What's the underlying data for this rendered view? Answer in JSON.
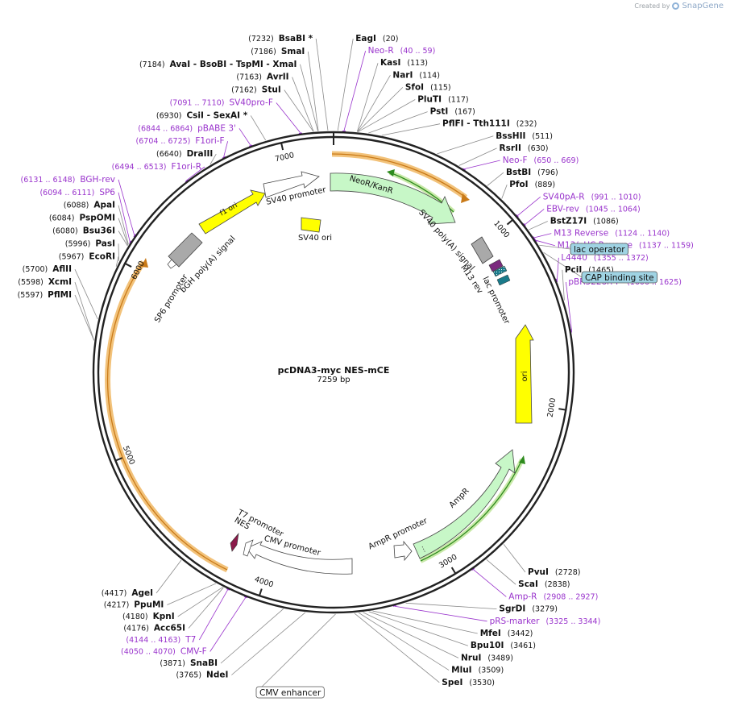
{
  "credit": {
    "prefix": "Created by",
    "brand": "SnapGene"
  },
  "plasmid": {
    "name": "pcDNA3-myc NES-mCE",
    "size_label": "7259 bp",
    "total_bp": 7259
  },
  "ticks": [
    {
      "bp": 1000,
      "label": "1000"
    },
    {
      "bp": 2000,
      "label": "2000"
    },
    {
      "bp": 3000,
      "label": "3000"
    },
    {
      "bp": 4000,
      "label": "4000"
    },
    {
      "bp": 5000,
      "label": "5000"
    },
    {
      "bp": 6000,
      "label": "6000"
    },
    {
      "bp": 7000,
      "label": "7000"
    }
  ],
  "sites_right": [
    {
      "name": "EagI",
      "pos": "(20)",
      "bp": 20,
      "purple": false
    },
    {
      "name": "Neo-R",
      "pos": "(40 .. 59)",
      "bp": 50,
      "purple": true
    },
    {
      "name": "KasI",
      "pos": "(113)",
      "bp": 113,
      "purple": false
    },
    {
      "name": "NarI",
      "pos": "(114)",
      "bp": 114,
      "purple": false
    },
    {
      "name": "SfoI",
      "pos": "(115)",
      "bp": 115,
      "purple": false
    },
    {
      "name": "PluTI",
      "pos": "(117)",
      "bp": 117,
      "purple": false
    },
    {
      "name": "PstI",
      "pos": "(167)",
      "bp": 167,
      "purple": false
    },
    {
      "name": "PflFI - Tth111I",
      "pos": "(232)",
      "bp": 232,
      "purple": false
    },
    {
      "name": "BssHII",
      "pos": "(511)",
      "bp": 511,
      "purple": false
    },
    {
      "name": "RsrII",
      "pos": "(630)",
      "bp": 630,
      "purple": false
    },
    {
      "name": "Neo-F",
      "pos": "(650 .. 669)",
      "bp": 660,
      "purple": true
    },
    {
      "name": "BstBI",
      "pos": "(796)",
      "bp": 796,
      "purple": false
    },
    {
      "name": "PfoI",
      "pos": "(889)",
      "bp": 889,
      "purple": false
    },
    {
      "name": "SV40pA-R",
      "pos": "(991 .. 1010)",
      "bp": 1000,
      "purple": true
    },
    {
      "name": "EBV-rev",
      "pos": "(1045 .. 1064)",
      "bp": 1055,
      "purple": true
    },
    {
      "name": "BstZ17I",
      "pos": "(1086)",
      "bp": 1086,
      "purple": false
    },
    {
      "name": "M13 Reverse",
      "pos": "(1124 .. 1140)",
      "bp": 1132,
      "purple": true
    },
    {
      "name": "M13/pUC Reverse",
      "pos": "(1137 .. 1159)",
      "bp": 1148,
      "purple": true
    },
    {
      "name": "L4440",
      "pos": "(1355 .. 1372)",
      "bp": 1363,
      "purple": true
    },
    {
      "name": "PciI",
      "pos": "(1465)",
      "bp": 1465,
      "purple": false
    },
    {
      "name": "pBR322ori-F",
      "pos": "(1606 .. 1625)",
      "bp": 1615,
      "purple": true
    },
    {
      "name": "PvuI",
      "pos": "(2728)",
      "bp": 2728,
      "purple": false
    },
    {
      "name": "ScaI",
      "pos": "(2838)",
      "bp": 2838,
      "purple": false
    },
    {
      "name": "Amp-R",
      "pos": "(2908 .. 2927)",
      "bp": 2917,
      "purple": true
    },
    {
      "name": "SgrDI",
      "pos": "(3279)",
      "bp": 3279,
      "purple": false
    },
    {
      "name": "pRS-marker",
      "pos": "(3325 .. 3344)",
      "bp": 3334,
      "purple": true
    },
    {
      "name": "MfeI",
      "pos": "(3442)",
      "bp": 3442,
      "purple": false
    },
    {
      "name": "Bpu10I",
      "pos": "(3461)",
      "bp": 3461,
      "purple": false
    },
    {
      "name": "NruI",
      "pos": "(3489)",
      "bp": 3489,
      "purple": false
    },
    {
      "name": "MluI",
      "pos": "(3509)",
      "bp": 3509,
      "purple": false
    },
    {
      "name": "SpeI",
      "pos": "(3530)",
      "bp": 3530,
      "purple": false
    }
  ],
  "sites_left": [
    {
      "name": "BsaBI *",
      "pos": "(7232)",
      "bp": 7232,
      "purple": false
    },
    {
      "name": "SmaI",
      "pos": "(7186)",
      "bp": 7186,
      "purple": false
    },
    {
      "name": "AvaI - BsoBI - TspMI - XmaI",
      "pos": "(7184)",
      "bp": 7184,
      "purple": false
    },
    {
      "name": "AvrII",
      "pos": "(7163)",
      "bp": 7163,
      "purple": false
    },
    {
      "name": "StuI",
      "pos": "(7162)",
      "bp": 7162,
      "purple": false
    },
    {
      "name": "SV40pro-F",
      "pos": "(7091 .. 7110)",
      "bp": 7100,
      "purple": true
    },
    {
      "name": "CsiI - SexAI *",
      "pos": "(6930)",
      "bp": 6930,
      "purple": false
    },
    {
      "name": "pBABE 3'",
      "pos": "(6844 .. 6864)",
      "bp": 6854,
      "purple": true
    },
    {
      "name": "F1ori-F",
      "pos": "(6704 .. 6725)",
      "bp": 6714,
      "purple": true
    },
    {
      "name": "DraIII",
      "pos": "(6640)",
      "bp": 6640,
      "purple": false
    },
    {
      "name": "F1ori-R",
      "pos": "(6494 .. 6513)",
      "bp": 6503,
      "purple": true
    },
    {
      "name": "BGH-rev",
      "pos": "(6131 .. 6148)",
      "bp": 6140,
      "purple": true
    },
    {
      "name": "SP6",
      "pos": "(6094 .. 6111)",
      "bp": 6102,
      "purple": true
    },
    {
      "name": "ApaI",
      "pos": "(6088)",
      "bp": 6088,
      "purple": false
    },
    {
      "name": "PspOMI",
      "pos": "(6084)",
      "bp": 6084,
      "purple": false
    },
    {
      "name": "Bsu36I",
      "pos": "(6080)",
      "bp": 6080,
      "purple": false
    },
    {
      "name": "PasI",
      "pos": "(5996)",
      "bp": 5996,
      "purple": false
    },
    {
      "name": "EcoRI",
      "pos": "(5967)",
      "bp": 5967,
      "purple": false
    },
    {
      "name": "AflII",
      "pos": "(5700)",
      "bp": 5700,
      "purple": false
    },
    {
      "name": "XcmI",
      "pos": "(5598)",
      "bp": 5598,
      "purple": false
    },
    {
      "name": "PflMI",
      "pos": "(5597)",
      "bp": 5597,
      "purple": false
    },
    {
      "name": "AgeI",
      "pos": "(4417)",
      "bp": 4417,
      "purple": false
    },
    {
      "name": "PpuMI",
      "pos": "(4217)",
      "bp": 4217,
      "purple": false
    },
    {
      "name": "KpnI",
      "pos": "(4180)",
      "bp": 4180,
      "purple": false
    },
    {
      "name": "Acc65I",
      "pos": "(4176)",
      "bp": 4176,
      "purple": false
    },
    {
      "name": "T7",
      "pos": "(4144 .. 4163)",
      "bp": 4153,
      "purple": true
    },
    {
      "name": "CMV-F",
      "pos": "(4050 .. 4070)",
      "bp": 4060,
      "purple": true
    },
    {
      "name": "SnaBI",
      "pos": "(3871)",
      "bp": 3871,
      "purple": false
    },
    {
      "name": "NdeI",
      "pos": "(3765)",
      "bp": 3765,
      "purple": false
    }
  ],
  "boxed_labels": [
    {
      "text": "lac operator",
      "bp": 1175,
      "color": "#9fd3e3"
    },
    {
      "text": "CAP binding site",
      "bp": 1215,
      "color": "#9fd3e3"
    },
    {
      "text": "CMV enhancer",
      "bp": 3620,
      "color": "#ffffff"
    }
  ],
  "features": [
    {
      "label": "NeoR/KanR",
      "type": "cds"
    },
    {
      "label": "SV40 poly(A) signal",
      "type": "terminator"
    },
    {
      "label": "M13 rev",
      "type": "primer"
    },
    {
      "label": "lac promoter",
      "type": "promoter"
    },
    {
      "label": "ori",
      "type": "origin"
    },
    {
      "label": "AmpR",
      "type": "cds"
    },
    {
      "label": "AmpR promoter",
      "type": "promoter"
    },
    {
      "label": "CMV promoter",
      "type": "promoter"
    },
    {
      "label": "T7 promoter",
      "type": "promoter"
    },
    {
      "label": "NES",
      "type": "misc"
    },
    {
      "label": "SP6 promoter",
      "type": "promoter"
    },
    {
      "label": "bGH poly(A) signal",
      "type": "terminator"
    },
    {
      "label": "f1 ori",
      "type": "origin"
    },
    {
      "label": "SV40 promoter",
      "type": "promoter"
    },
    {
      "label": "SV40 ori",
      "type": "origin"
    }
  ],
  "colors": {
    "backbone": "#222222",
    "cds": "#c7f7c7",
    "origin": "#ffff00",
    "terminator": "#a9a9a9",
    "promoter": "#ffffff",
    "purple": "#9933cc",
    "orf_orange": "#f2c27a",
    "orf_green": "#2e8b1e",
    "nes": "#8b1a4a"
  }
}
